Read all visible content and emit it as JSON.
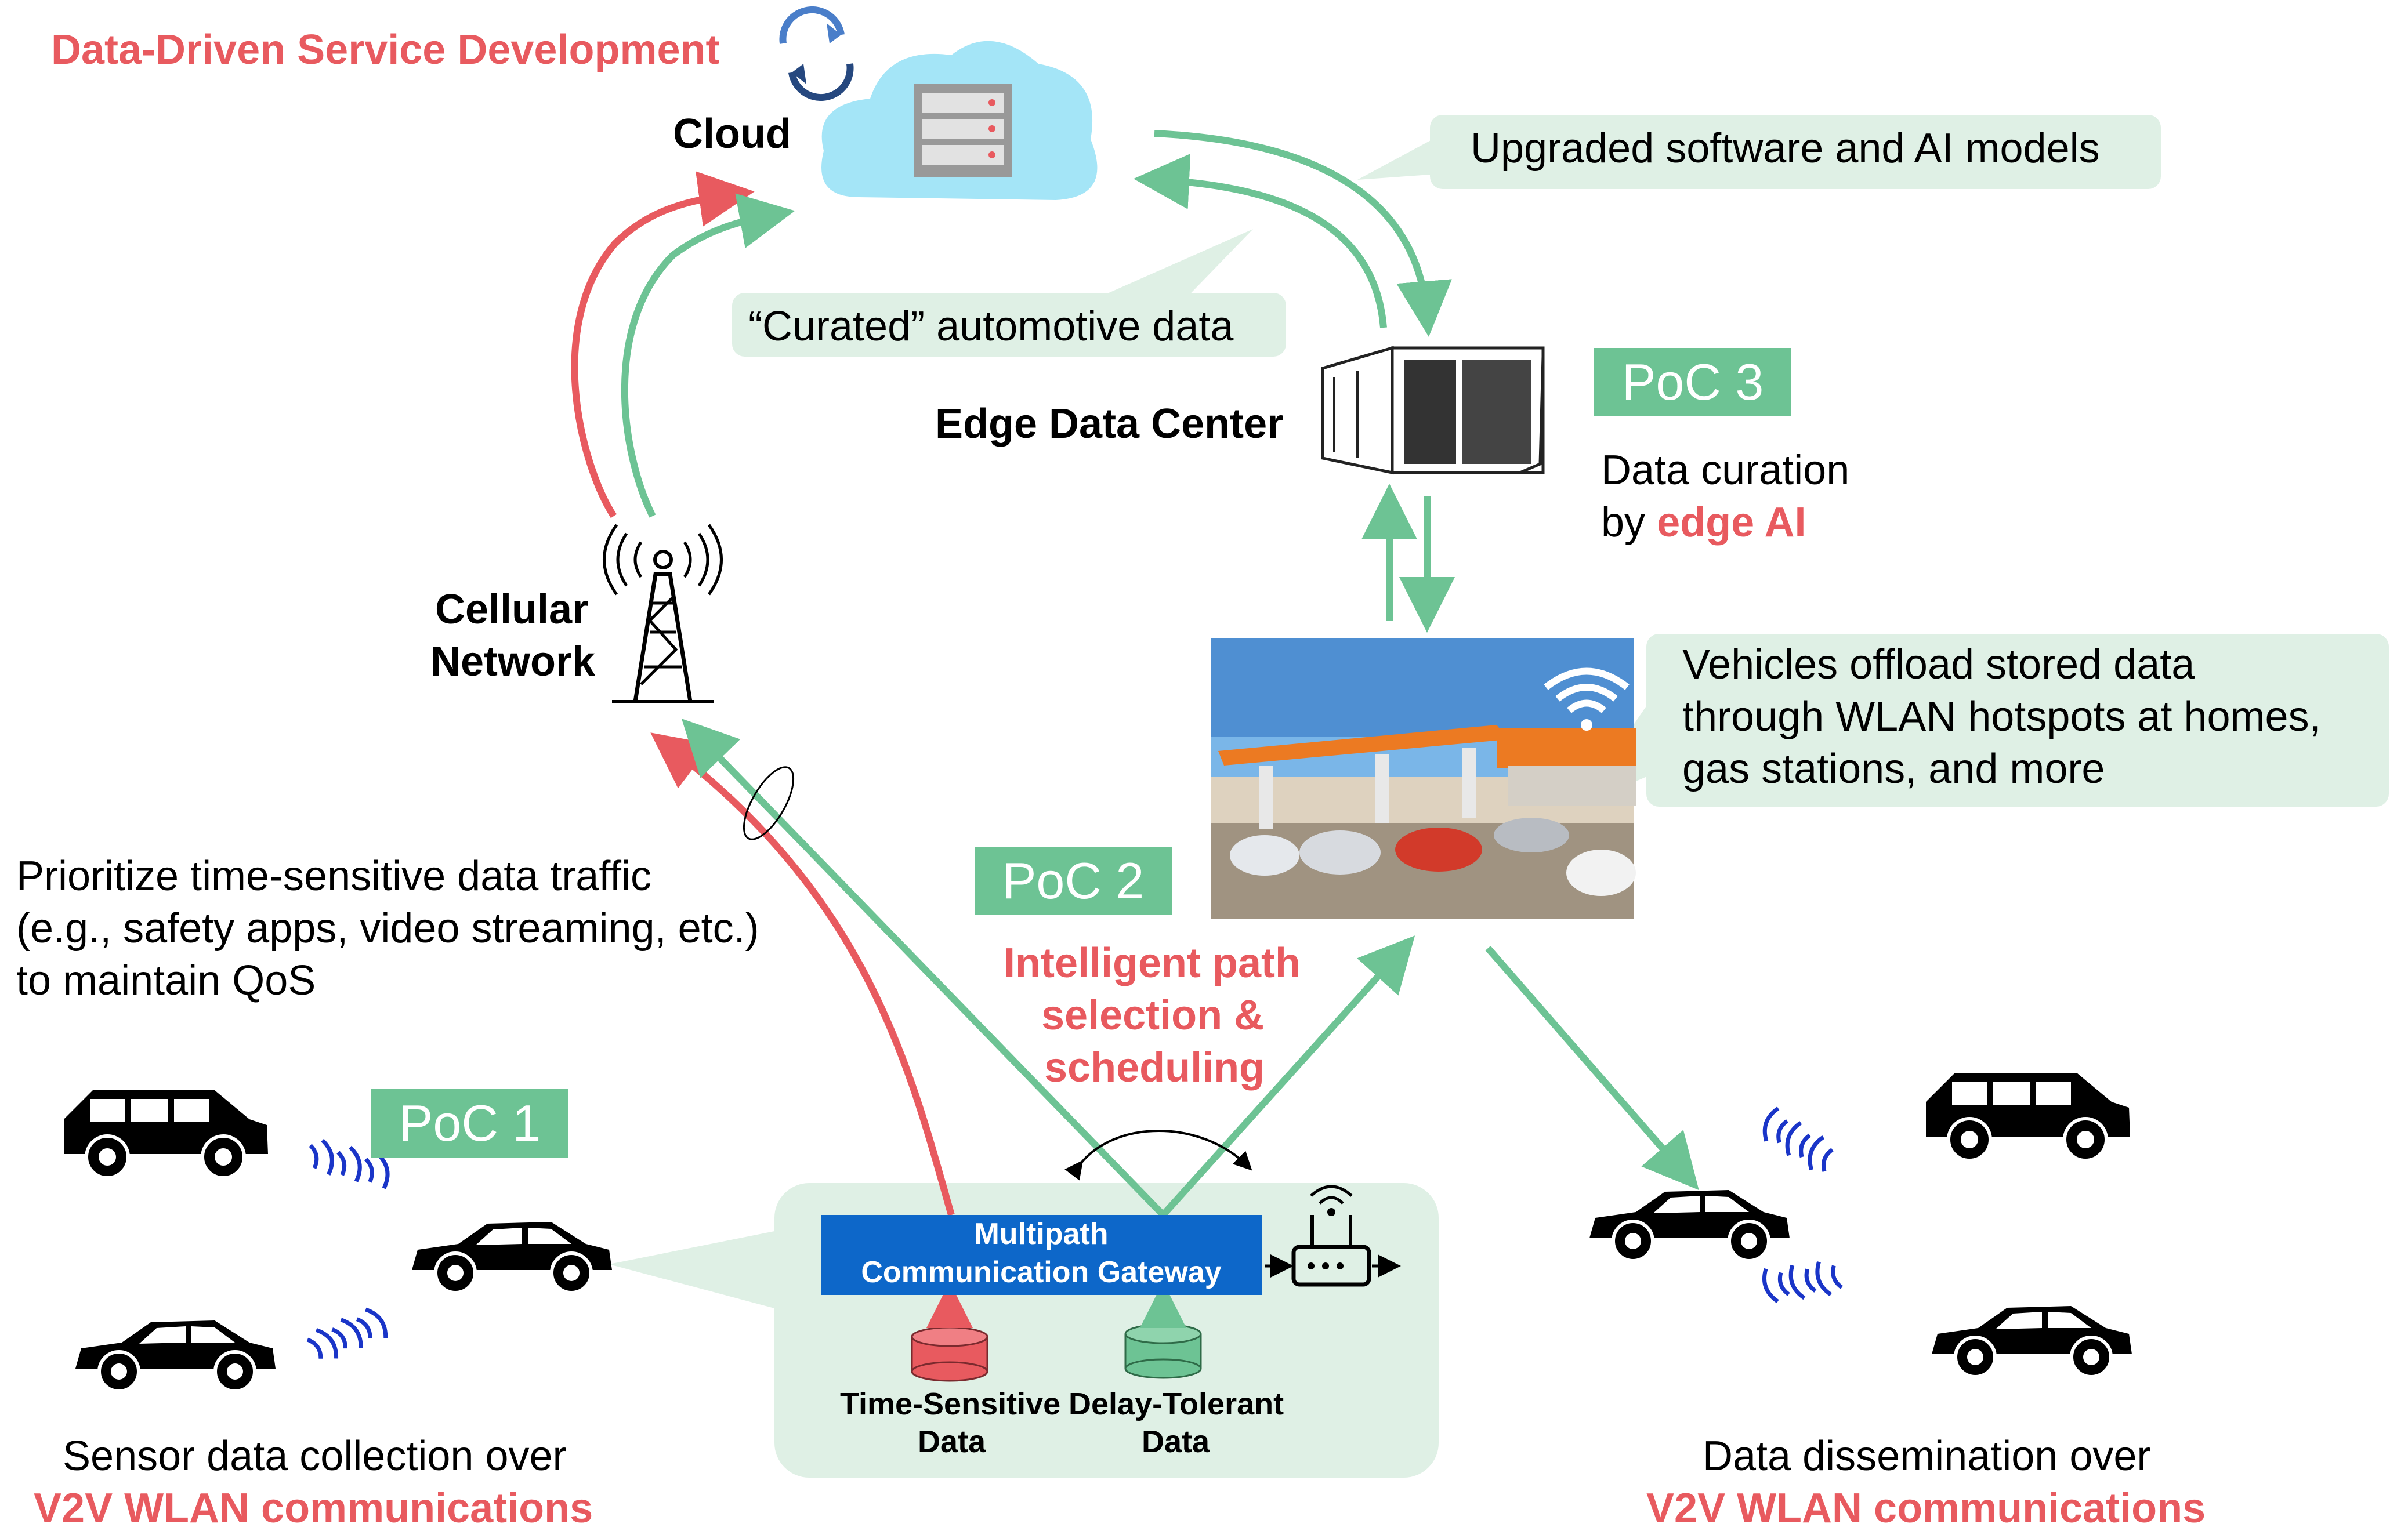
{
  "title": "Data-Driven Service Development",
  "nodes": {
    "cloud": "Cloud",
    "edge_dc": "Edge Data Center",
    "cellular_line1": "Cellular",
    "cellular_line2": "Network"
  },
  "callouts": {
    "upgraded": "Upgraded software and AI models",
    "curated": "“Curated” automotive data",
    "offload_line1": "Vehicles offload stored data",
    "offload_line2": "through WLAN hotspots at homes,",
    "offload_line3": "gas stations, and more"
  },
  "poc": {
    "poc1": "PoC 1",
    "poc2": "PoC 2",
    "poc3": "PoC 3",
    "poc3_desc_line1": "Data curation",
    "poc3_desc_by": "by",
    "poc3_desc_hl": "edge AI",
    "poc2_line1": "Intelligent path",
    "poc2_line2": "selection &",
    "poc2_line3": "scheduling"
  },
  "prioritize": {
    "line1": "Prioritize time-sensitive data traffic",
    "line2": "(e.g., safety apps, video streaming, etc.)",
    "line3": "to maintain QoS"
  },
  "gateway": {
    "line1": "Multipath",
    "line2": "Communication Gateway",
    "ts_line1": "Time-Sensitive",
    "ts_line2": "Data",
    "dt_line1": "Delay-Tolerant",
    "dt_line2": "Data"
  },
  "bottom": {
    "left_line1": "Sensor data collection over",
    "left_line2": "V2V WLAN communications",
    "right_line1": "Data dissemination over",
    "right_line2": "V2V WLAN communications"
  },
  "colors": {
    "red": "#e85a5f",
    "green": "#6dc394",
    "light_green": "#dff0e5",
    "gateway_blue": "#0d67c9",
    "wave_blue": "#1a35c8"
  },
  "icons": [
    "sync-icon",
    "cloud-server-icon",
    "edge-data-center-icon",
    "cell-tower-icon",
    "gas-station-photo",
    "wifi-icon",
    "router-icon",
    "database-icon",
    "car-icon",
    "suv-icon",
    "wireless-wave-icon"
  ]
}
